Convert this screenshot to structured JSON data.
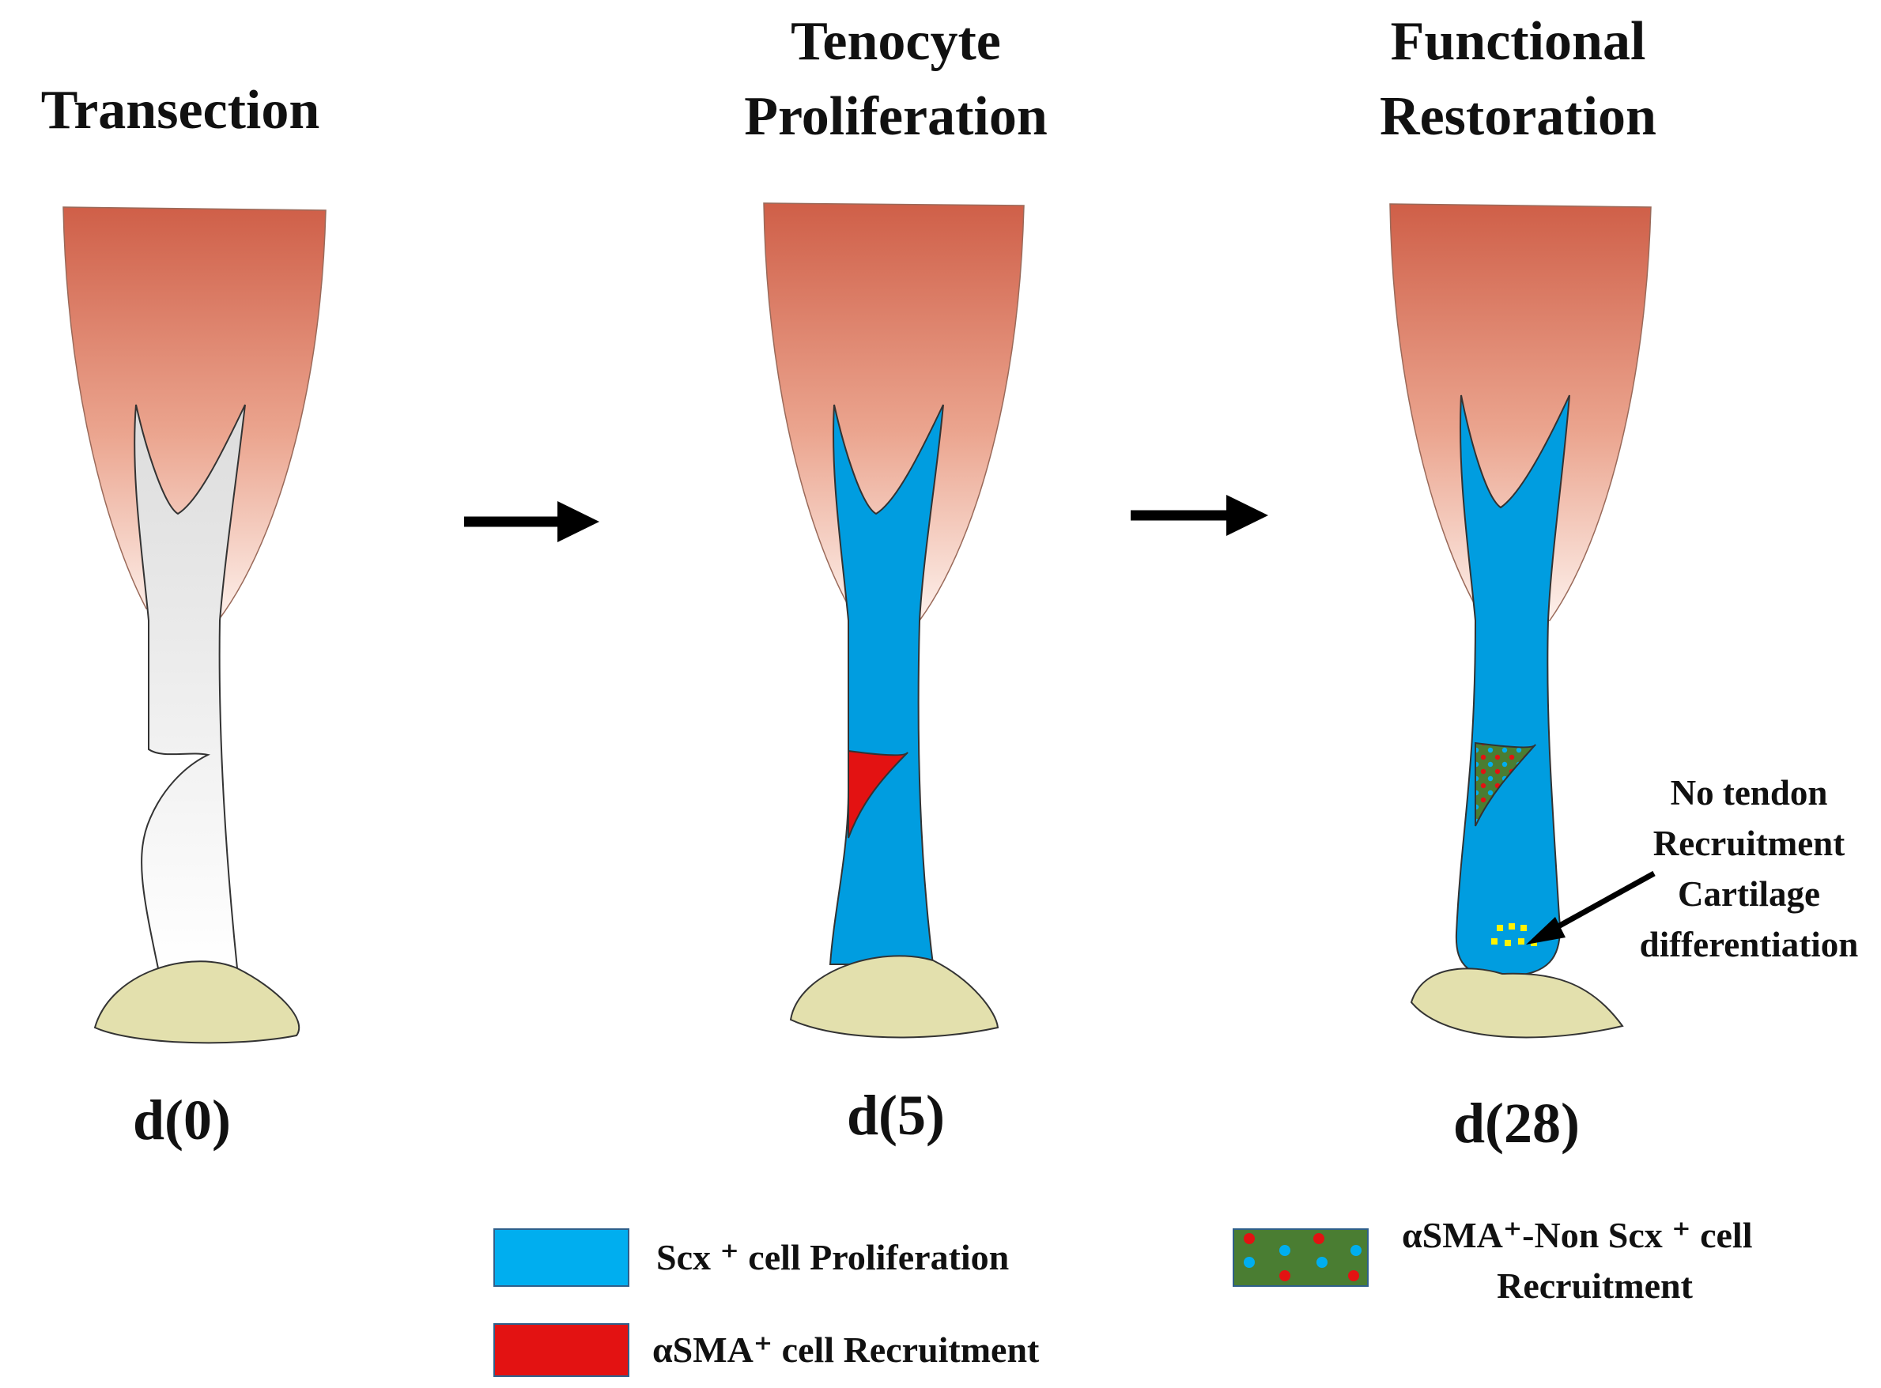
{
  "stages": [
    {
      "title_lines": [
        "Transection"
      ],
      "day_label": "d(0)",
      "tendon_fill": "#f0f0f0"
    },
    {
      "title_lines": [
        "Tenocyte",
        "Proliferation"
      ],
      "day_label": "d(5)",
      "tendon_fill": "#009de0",
      "injury_fill": "#e31212"
    },
    {
      "title_lines": [
        "Functional",
        "Restoration"
      ],
      "day_label": "d(28)",
      "tendon_fill": "#009de0",
      "injury_fill": "#4a7d32",
      "annotation_lines": [
        "No tendon",
        "Recruitment",
        "Cartilage",
        "differentiation"
      ]
    }
  ],
  "legend": {
    "scx_prolif": {
      "label": "Scx ⁺ cell Proliferation",
      "color": "#00aeef"
    },
    "asma_recruit": {
      "label": "αSMA⁺ cell Recruitment",
      "color": "#e31212"
    },
    "asma_non_scx": {
      "label_lines": [
        "αSMA⁺-Non  Scx ⁺ cell",
        "Recruitment"
      ],
      "color": "#4a7d32"
    }
  },
  "colors": {
    "muscle_top": "#cf5f48",
    "muscle_bottom": "#fdf1ec",
    "bone": "#e3e0ad",
    "cartilage_dots": "#fff200",
    "arrow": "#000000"
  }
}
